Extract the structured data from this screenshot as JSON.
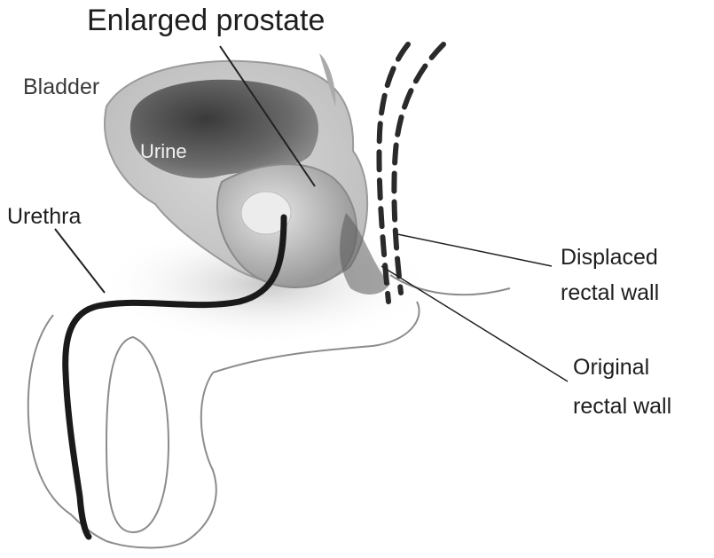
{
  "labels": {
    "enlarged_prostate": "Enlarged prostate",
    "bladder": "Bladder",
    "urine": "Urine",
    "urethra": "Urethra",
    "displaced_rectal_wall": [
      "Displaced",
      "rectal wall"
    ],
    "original_rectal_wall": [
      "Original",
      "rectal wall"
    ]
  }
}
